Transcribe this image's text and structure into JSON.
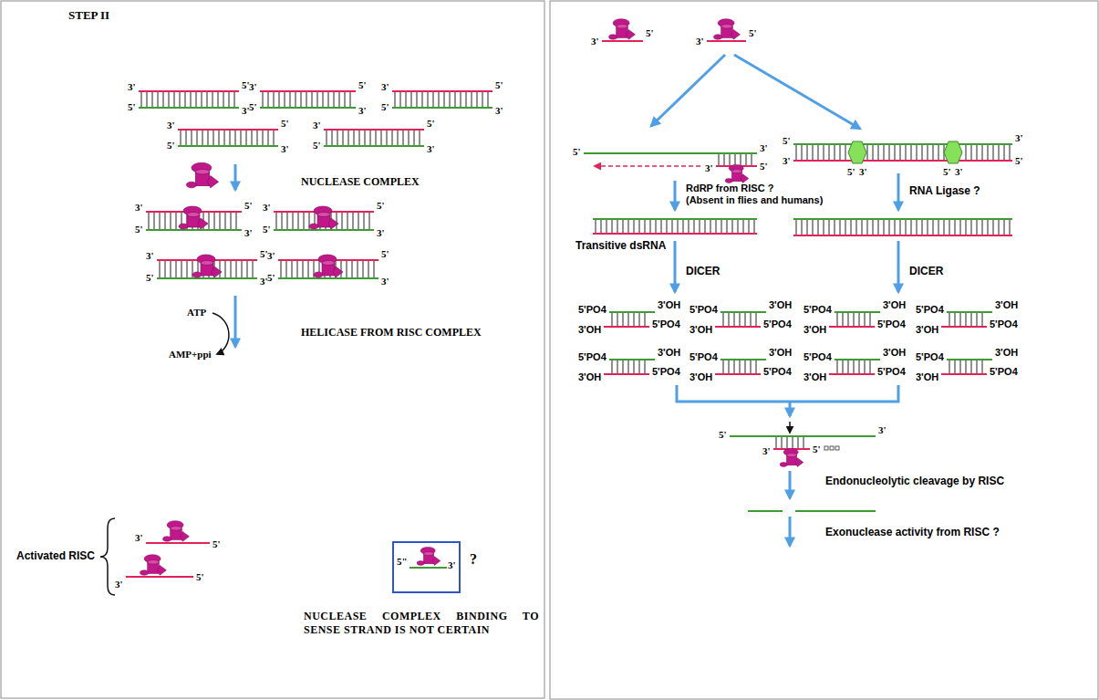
{
  "diagram": {
    "title": "STEP II",
    "nodes": [
      {
        "text": [
          "5\"",
          "3'"
        ]
      }
    ],
    "labels": [
      "3'",
      "5'",
      "5'",
      "3'",
      "3'",
      "5'",
      "5'",
      "3'",
      "3'",
      "5'",
      "5'",
      "3'",
      "3'",
      "5'",
      "5'",
      "3'",
      "3'",
      "5'",
      "5'",
      "3'",
      "NUCLEASE COMPLEX",
      "3'",
      "5'",
      "5'",
      "3'",
      "3'",
      "5'",
      "5'",
      "3'",
      "3'",
      "5'",
      "5'",
      "3'",
      "3'",
      "5'",
      "5'",
      "3'",
      "ATP",
      "AMP+ppi",
      "HELICASE FROM RISC COMPLEX",
      "Activated RISC",
      "3'",
      "5'",
      "3'",
      "5'",
      "?",
      "NUCLEASE COMPLEX BINDING TO SENSE STRAND IS NOT CERTAIN",
      "3'",
      "5'",
      "3'",
      "5'",
      "5'",
      "3'",
      "3'",
      "5'",
      "RdRP from RISC ?",
      "(Absent in flies and humans)",
      "Transitive dsRNA",
      "DICER",
      "5'PO4",
      "3'OH",
      "3'OH",
      "5'PO4",
      "5'PO4",
      "3'OH",
      "3'OH",
      "5'PO4",
      "5'PO4",
      "3'OH",
      "3'OH",
      "5'PO4",
      "5'PO4",
      "3'OH",
      "3'OH",
      "5'PO4",
      "5'",
      "3'",
      "3'",
      "5'",
      "5'",
      "3'",
      "5'",
      "3'",
      "RNA Ligase ?",
      "DICER",
      "5'PO4",
      "3'OH",
      "3'OH",
      "5'PO4",
      "5'PO4",
      "3'OH",
      "3'OH",
      "5'PO4",
      "5'PO4",
      "3'OH",
      "3'OH",
      "5'PO4",
      "5'PO4",
      "3'OH",
      "3'OH",
      "5'PO4",
      "5'",
      "3'",
      "3'",
      "5'",
      "Endonucleolytic cleavage by RISC",
      "Exonuclease activity from RISC ?"
    ]
  }
}
